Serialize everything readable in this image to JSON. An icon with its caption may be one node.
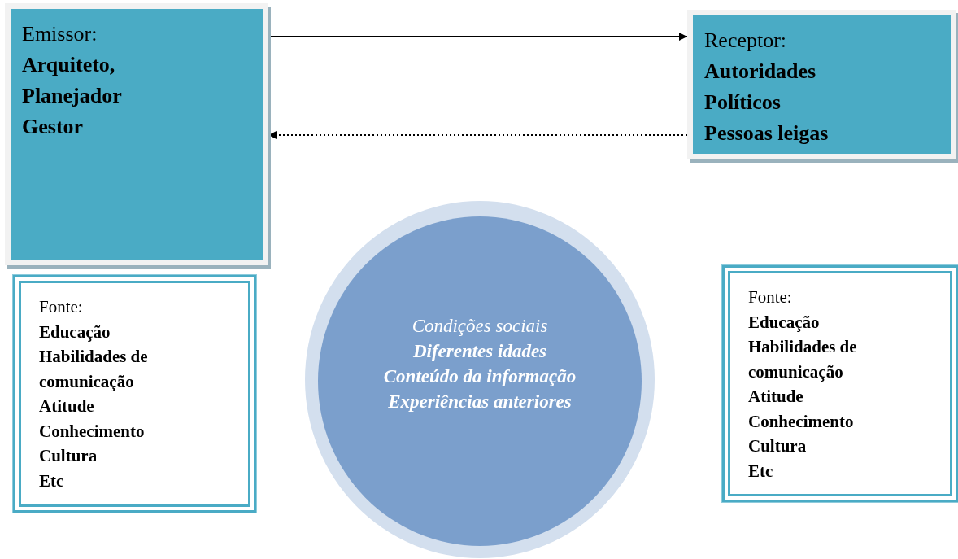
{
  "diagram": {
    "nodes": [
      {
        "text": [
          "Emissor:",
          "Arquiteto,",
          "Planejador",
          "Gestor"
        ]
      },
      {
        "text": [
          "Receptor:",
          "Autoridades",
          "Políticos",
          "Pessoas leigas"
        ]
      },
      {
        "text": [
          "Fonte:",
          "Educação",
          "Habilidades de comunicação",
          "Atitude",
          "Conhecimento",
          "Cultura",
          "Etc"
        ]
      },
      {
        "text": [
          "Condições sociais",
          "Diferentes idades",
          "Conteúdo da informação",
          "Experiências anteriores"
        ]
      },
      {
        "text": [
          "Fonte:",
          "Educação",
          "Habilidades de comunicação",
          "Atitude",
          "Conhecimento",
          "Cultura",
          "Etc"
        ]
      }
    ],
    "edges": [
      {
        "from": 0,
        "to": 1,
        "arrow": "to"
      },
      {
        "from": 1,
        "to": 0,
        "arrow": "to",
        "style": "dashed"
      }
    ]
  }
}
